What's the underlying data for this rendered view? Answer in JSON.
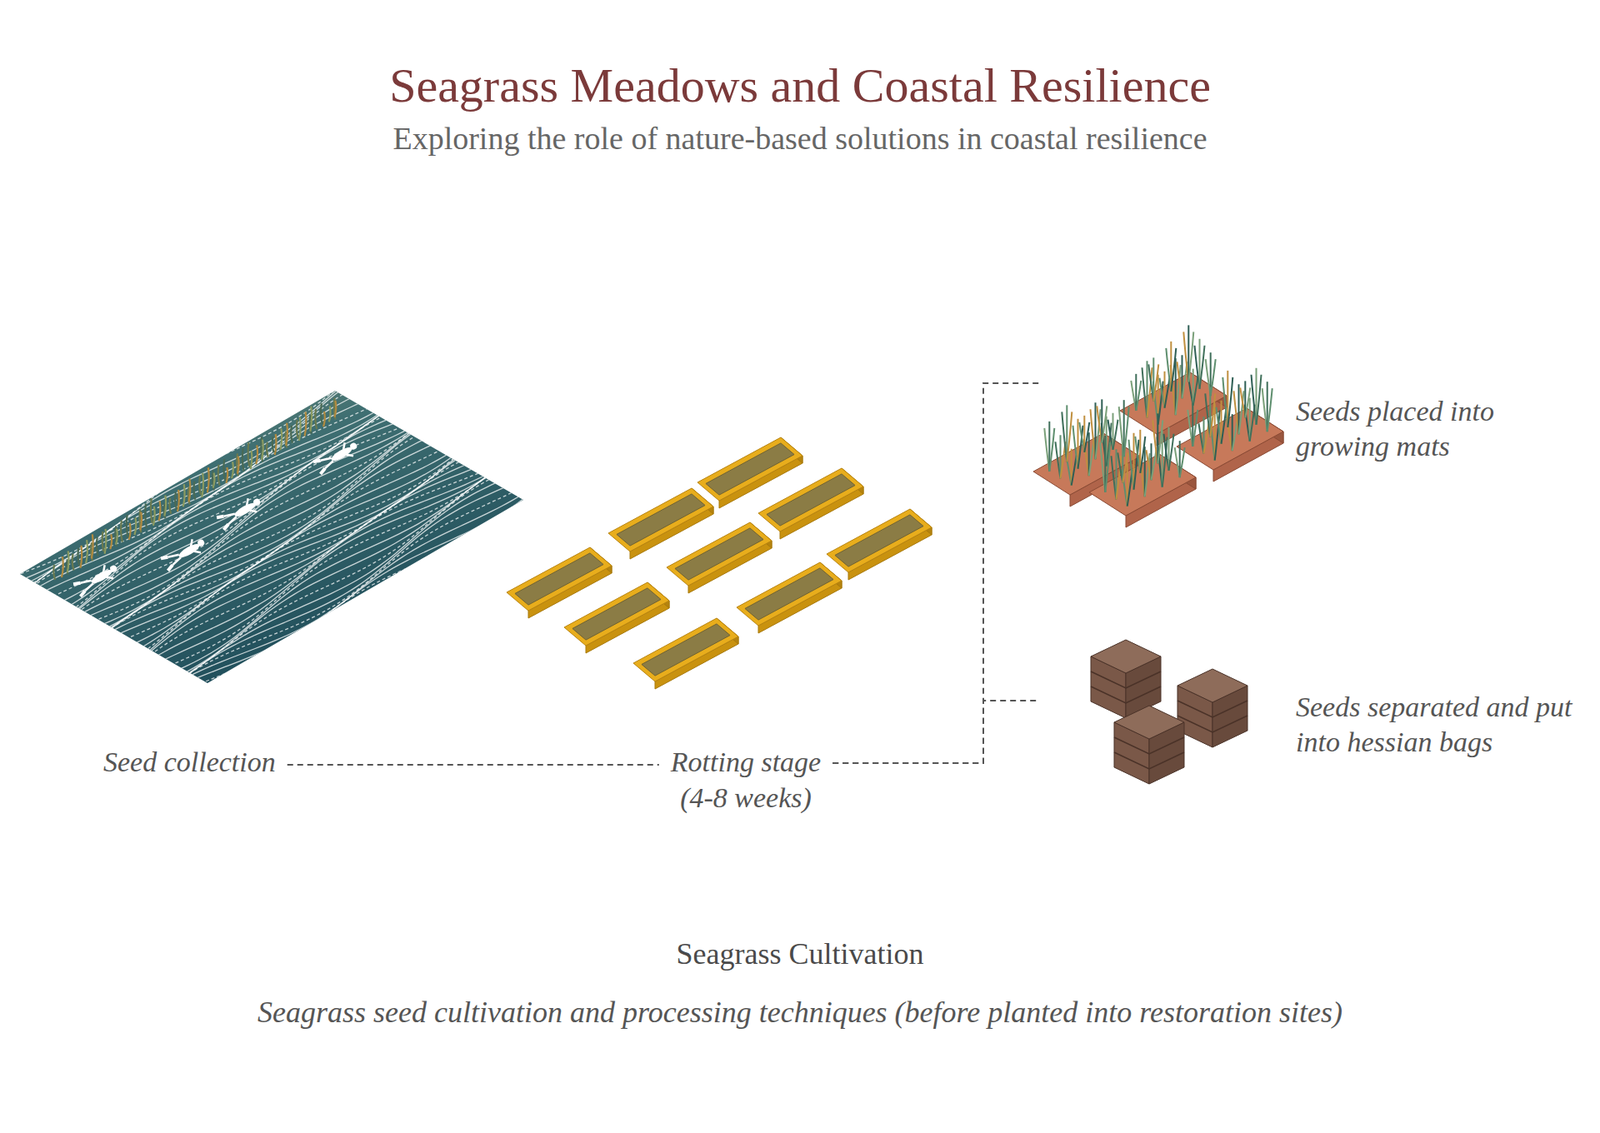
{
  "diagram": {
    "title": "Seagrass Meadows and Coastal Resilience",
    "caption": "Seagrass seed cultivation and processing techniques (before planted into restoration sites)",
    "nodes": [
      {
        "text": [
          "Seed collection"
        ]
      },
      {
        "text": [
          "Rotting stage",
          "(4-8 weeks)"
        ]
      },
      {
        "text": [
          "Seeds placed into growing mats"
        ]
      },
      {
        "text": [
          "Seeds separated and put into hessian bags"
        ]
      }
    ],
    "edges": [
      {
        "from": 0,
        "to": 1,
        "arrow": "none"
      },
      {
        "from": 1,
        "to": 2,
        "arrow": "none"
      },
      {
        "from": 1,
        "to": 3,
        "arrow": "none"
      }
    ],
    "labels": [
      "Exploring the role of nature-based solutions in coastal resilience",
      "Seagrass Cultivation"
    ]
  }
}
